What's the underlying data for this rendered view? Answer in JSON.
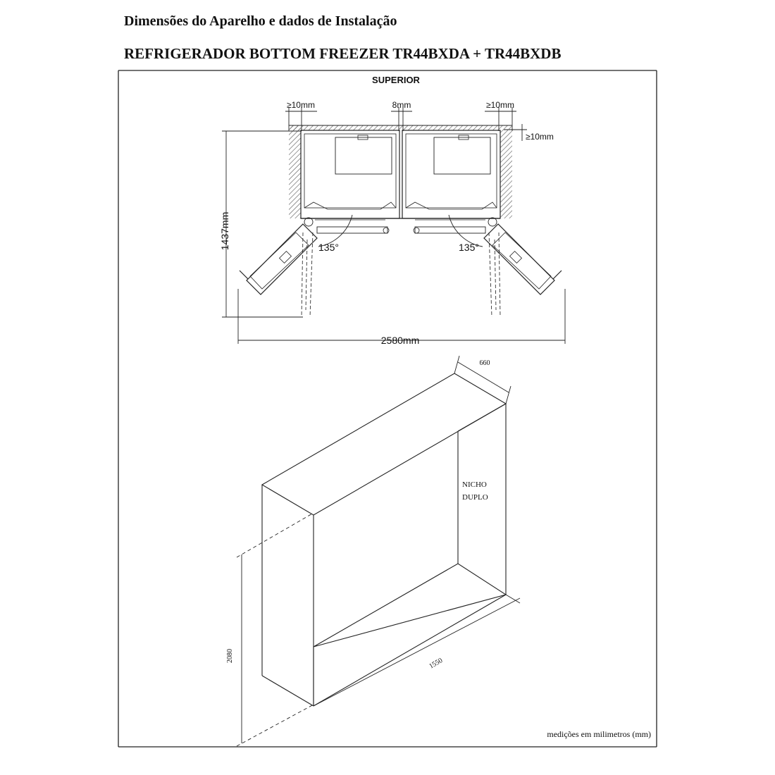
{
  "header": {
    "title": "Dimensões do Aparelho e dados de Instalação",
    "subtitle": "REFRIGERADOR BOTTOM FREEZER  TR44BXDA + TR44BXDB"
  },
  "top_view": {
    "label": "SUPERIOR",
    "gap_left": "≥10mm",
    "gap_center": "8mm",
    "gap_right": "≥10mm",
    "gap_top": "≥10mm",
    "depth": "1437mm",
    "width": "2580mm",
    "angle_left": "135°",
    "angle_right": "135°"
  },
  "niche": {
    "depth": "660",
    "label_line1": "NICHO",
    "label_line2": "DUPLO",
    "height": "2080",
    "width": "1550",
    "units_note": "medições em milimetros (mm)"
  }
}
